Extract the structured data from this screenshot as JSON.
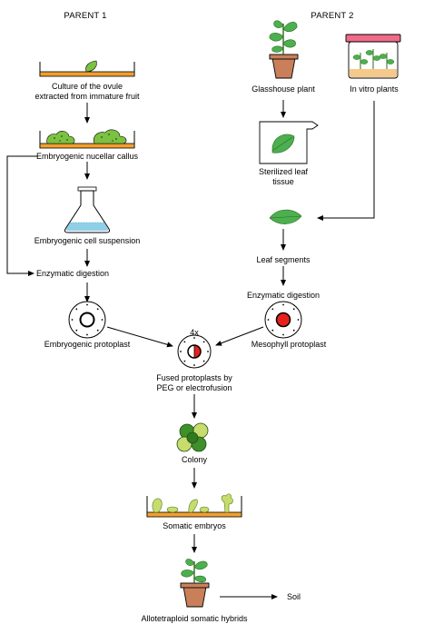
{
  "headers": {
    "parent1": "PARENT 1",
    "parent2": "PARENT 2"
  },
  "left_column": {
    "ovule_culture": "Culture of the ovule",
    "ovule_culture_line2": "extracted from immature fruit",
    "callus": "Embryogenic nucellar callus",
    "cell_suspension": "Embryogenic cell suspension",
    "digestion": "Enzymatic digestion",
    "protoplast": "Embryogenic protoplast"
  },
  "right_column": {
    "glasshouse": "Glasshouse plant",
    "in_vitro": "In vitro plants",
    "sterilized_line1": "Sterilized leaf",
    "sterilized_line2": "tissue",
    "leaf_segments": "Leaf segments",
    "digestion": "Enzymatic digestion",
    "protoplast": "Mesophyll protoplast"
  },
  "center": {
    "magnification": "4x",
    "fused_line1": "Fused protoplasts by",
    "fused_line2": "PEG or electrofusion",
    "colony": "Colony",
    "somatic_embryos": "Somatic embryos",
    "hybrids": "Allotetraploid somatic hybrids",
    "soil": "Soil"
  },
  "colors": {
    "medium_orange": "#f0a030",
    "leaf_green": "#4caf50",
    "callus_green": "#7cc242",
    "pot_brown": "#c9805a",
    "jar_lid_pink": "#f06b8a",
    "mesophyll_red": "#e8201c",
    "flask_liquid_blue": "#8fd0e8",
    "embryo_yellow": "#c8dc6e"
  },
  "icons": [
    "petri-dish-ovule-icon",
    "callus-dish-icon",
    "flask-icon",
    "protoplast-icon",
    "potted-plant-icon",
    "vitro-jar-icon",
    "leaf-bag-icon",
    "leaf-icon",
    "colony-icon",
    "embryo-dish-icon"
  ]
}
